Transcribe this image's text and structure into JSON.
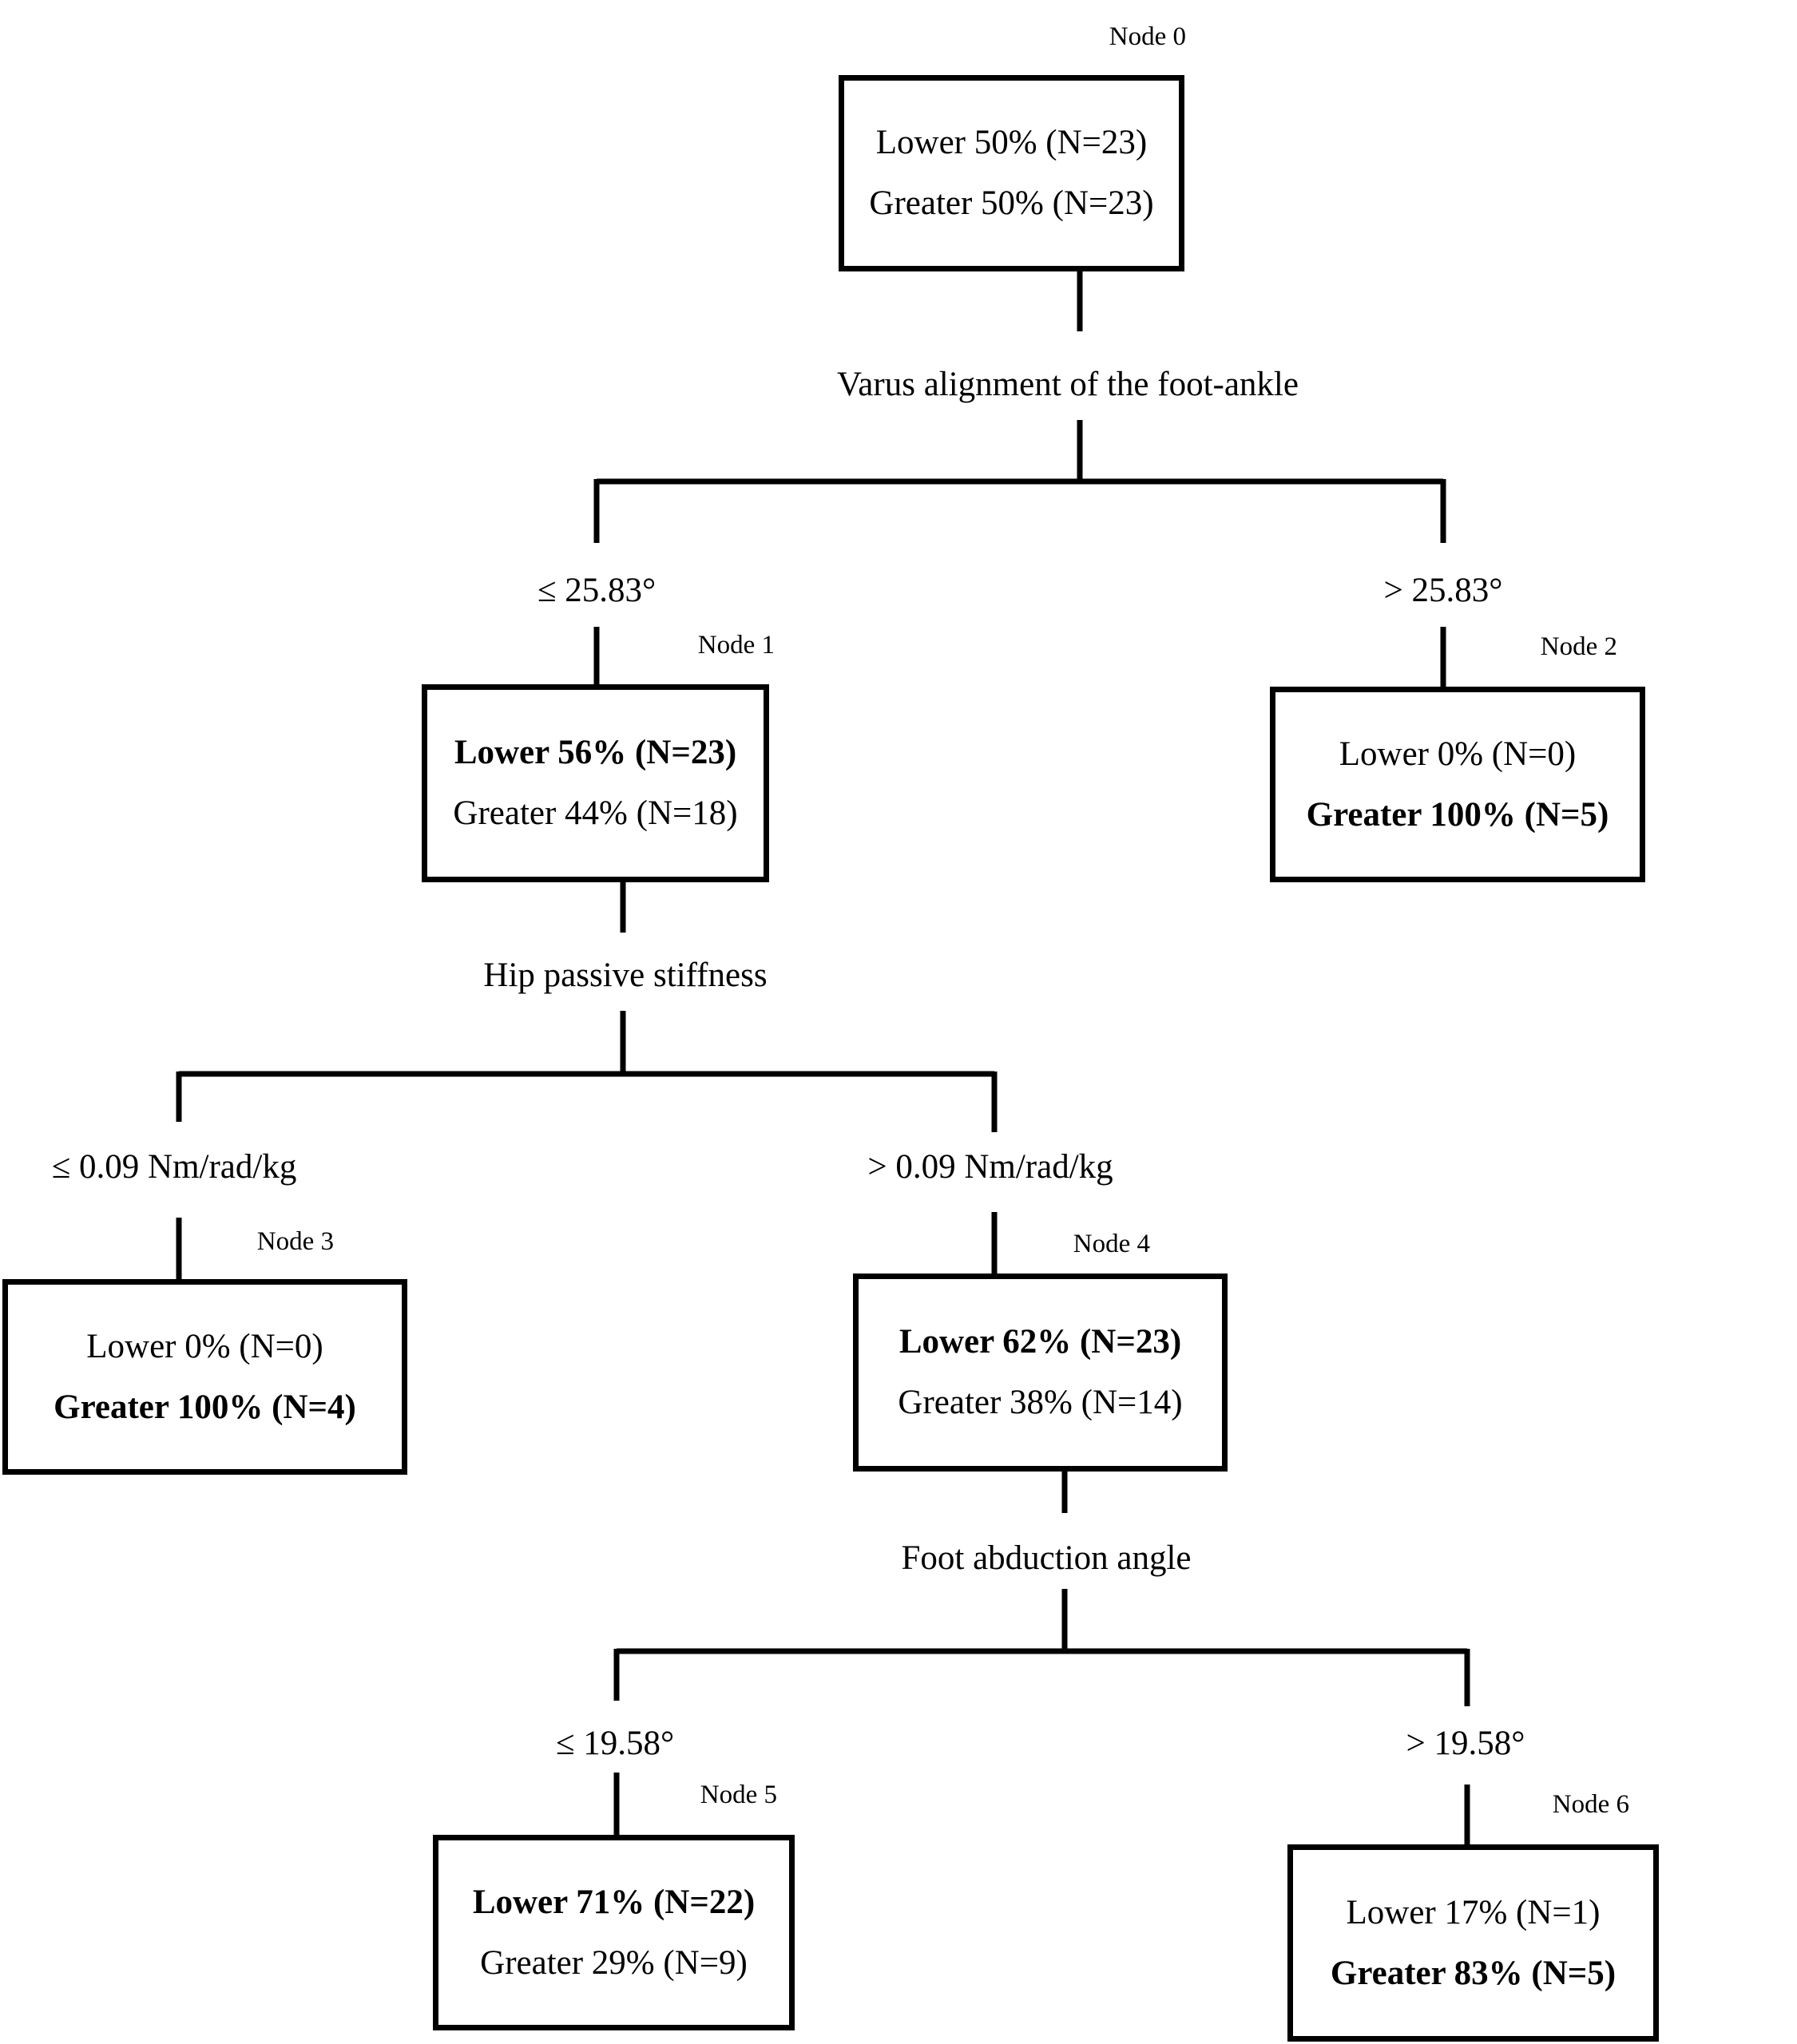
{
  "figure": {
    "type": "decision-tree",
    "background_color": "#ffffff",
    "line_color": "#000000"
  },
  "tree": {
    "node0": {
      "tag": "Node 0",
      "line1": "Lower 50% (N=23)",
      "line2": "Greater 50% (N=23)",
      "emphasis": "none"
    },
    "node1": {
      "tag": "Node 1",
      "line1": "Lower 56% (N=23)",
      "line2": "Greater 44% (N=18)",
      "emphasis": "line1"
    },
    "node2": {
      "tag": "Node 2",
      "line1": "Lower 0% (N=0)",
      "line2": "Greater 100% (N=5)",
      "emphasis": "line2"
    },
    "node3": {
      "tag": "Node 3",
      "line1": "Lower 0% (N=0)",
      "line2": "Greater 100% (N=4)",
      "emphasis": "line2"
    },
    "node4": {
      "tag": "Node 4",
      "line1": "Lower 62% (N=23)",
      "line2": "Greater 38% (N=14)",
      "emphasis": "line1"
    },
    "node5": {
      "tag": "Node 5",
      "line1": "Lower 71% (N=22)",
      "line2": "Greater 29% (N=9)",
      "emphasis": "line1"
    },
    "node6": {
      "tag": "Node 6",
      "line1": "Lower 17% (N=1)",
      "line2": "Greater 83% (N=5)",
      "emphasis": "line2"
    },
    "splits": {
      "root": {
        "parent": "node0",
        "variable": "Varus alignment of the foot-ankle",
        "left": "≤ 25.83°",
        "right": "> 25.83°",
        "left_child": "node1",
        "right_child": "node2"
      },
      "node1": {
        "parent": "node1",
        "variable": "Hip passive stiffness",
        "left": "≤ 0.09 Nm/rad/kg",
        "right": "> 0.09 Nm/rad/kg",
        "left_child": "node3",
        "right_child": "node4"
      },
      "node4": {
        "parent": "node4",
        "variable": "Foot abduction angle",
        "left": "≤ 19.58°",
        "right": "> 19.58°",
        "left_child": "node5",
        "right_child": "node6"
      }
    }
  }
}
